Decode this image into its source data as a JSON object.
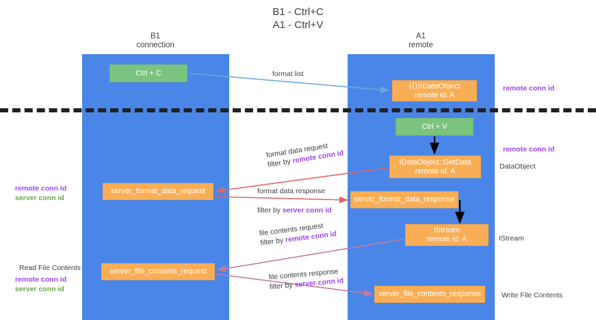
{
  "title": {
    "line1": "B1 - Ctrl+C",
    "line2": "A1 - Ctrl+V"
  },
  "columns": [
    {
      "id": "b1",
      "name": "B1",
      "role": "connection",
      "color": "#4a86e8"
    },
    {
      "id": "a1",
      "name": "A1",
      "role": "remote",
      "color": "#4a86e8"
    }
  ],
  "nodes": {
    "ctrl_c": {
      "line1": "Ctrl + C",
      "line2": "",
      "color": "#7bc47f"
    },
    "idataobject": {
      "line1": "⟨⟨⟩⟩IDataObject",
      "line2": "remote id: A",
      "color": "#f9ae56"
    },
    "ctrl_v": {
      "line1": "Ctrl + V",
      "line2": "",
      "color": "#7bc47f"
    },
    "getdata": {
      "line1": "IDataObject::GetData",
      "line2": "remote id: A",
      "color": "#f9ae56"
    },
    "format_data_request": {
      "line1": "server_format_data_request",
      "line2": "",
      "color": "#f9ae56"
    },
    "format_data_response": {
      "line1": "server_format_data_response",
      "line2": "",
      "color": "#f9ae56"
    },
    "istream": {
      "line1": "IStream",
      "line2": "remote id: A",
      "color": "#f9ae56"
    },
    "file_contents_request": {
      "line1": "server_file_contents_request",
      "line2": "",
      "color": "#f9ae56"
    },
    "file_contents_response": {
      "line1": "server_file_contents_response",
      "line2": "",
      "color": "#f9ae56"
    }
  },
  "edge_labels": {
    "format_list": "format list",
    "format_data_request_l1": "format data request",
    "format_data_request_l2_prefix": "filter by ",
    "format_data_request_l2_key": "remote conn id",
    "format_data_response_l1": "format data response",
    "format_data_response_l2_prefix": "filter by ",
    "format_data_response_l2_key": "server conn id",
    "file_contents_request_l1": "file contents request",
    "file_contents_request_l2_prefix": "filter by ",
    "file_contents_request_l2_key": "remote conn id",
    "file_contents_response_l1": "file contents response",
    "file_contents_response_l2_prefix": "filter by ",
    "file_contents_response_l2_key": "server conn id"
  },
  "right_annotations": {
    "remote_conn_id_top": "remote conn id",
    "remote_conn_id_mid": "remote conn id",
    "dataobject": "DataObject",
    "istream": "IStream",
    "write_file_contents": "Write File Contents"
  },
  "left_annotations": {
    "remote_conn_id_1": "remote conn id",
    "server_conn_id_1": "server conn id",
    "read_file_contents": "Read File Contents",
    "remote_conn_id_2": "remote conn id",
    "server_conn_id_2": "server conn id"
  },
  "colors": {
    "band": "#4a86e8",
    "green_node": "#7bc47f",
    "orange_node": "#f9ae56",
    "remote_conn_id": "#a142f4",
    "server_conn_id": "#6aa84f",
    "arrow_blue": "#6fa8dc",
    "arrow_red": "#e06666",
    "arrow_purple": "#c27ba0",
    "arrow_black": "#000000",
    "divider": "#202124",
    "text": "#3c4043"
  }
}
